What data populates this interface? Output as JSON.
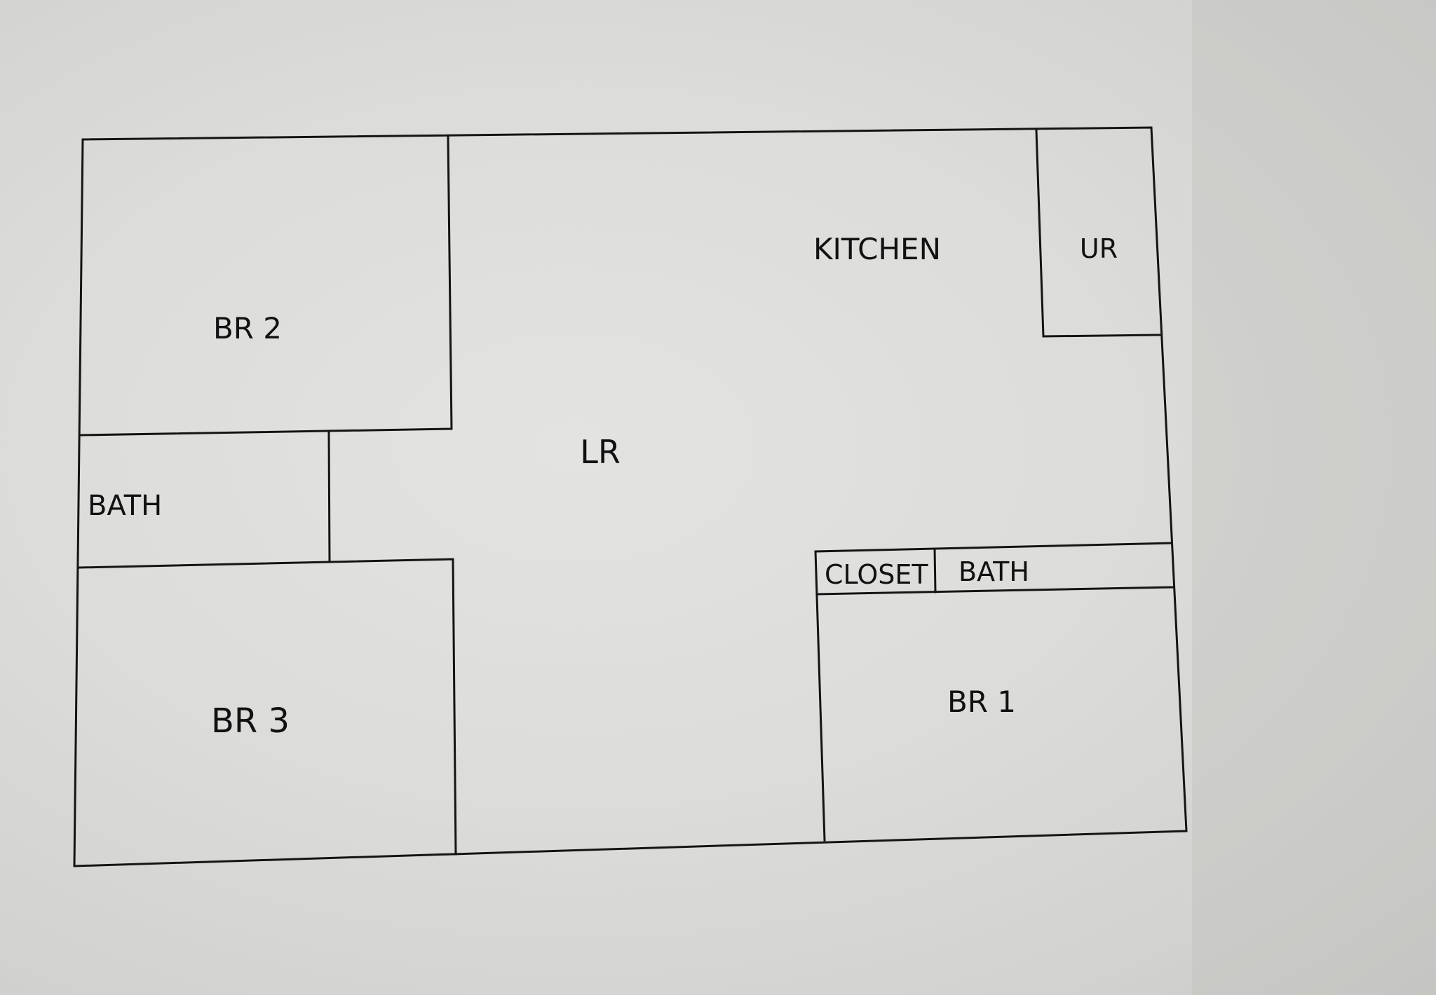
{
  "floor_plan": {
    "rooms": {
      "br2": "BR 2",
      "bath_left": "BATH",
      "br3": "BR 3",
      "lr": "LR",
      "kitchen": "KITCHEN",
      "ur": "UR",
      "closet": "CLOSET",
      "bath_right": "BATH",
      "br1": "BR 1"
    }
  }
}
